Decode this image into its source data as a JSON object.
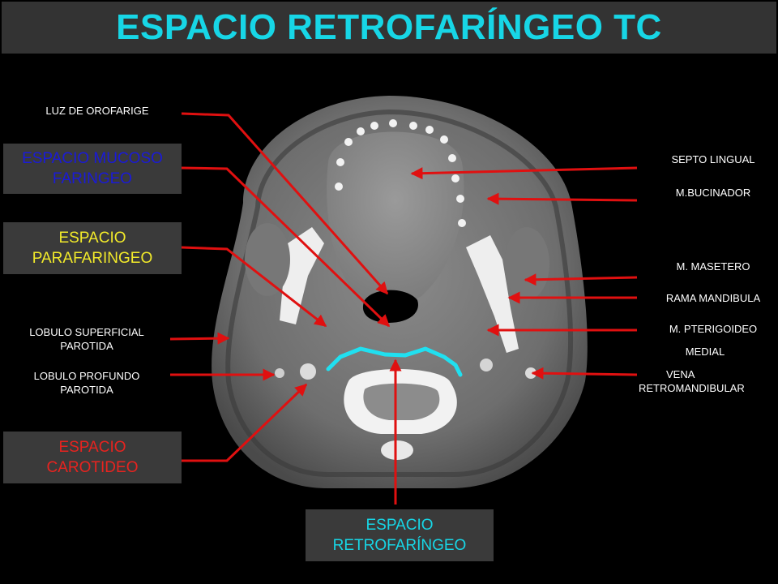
{
  "title": "ESPACIO RETROFARÍNGEO TC",
  "left_labels": {
    "luz_orofarige": "LUZ DE OROFARIGE",
    "espacio_mucoso": [
      "ESPACIO MUCOSO",
      "FARINGEO"
    ],
    "espacio_parafaringeo": [
      "ESPACIO",
      "PARAFARINGEO"
    ],
    "lobulo_superficial": [
      "LOBULO SUPERFICIAL",
      "PAROTIDA"
    ],
    "lobulo_profundo": [
      "LOBULO PROFUNDO",
      "PAROTIDA"
    ],
    "espacio_carotideo": [
      "ESPACIO",
      "CAROTIDEO"
    ]
  },
  "right_labels": {
    "septo_lingual": "SEPTO LINGUAL",
    "m_bucinador": "M.BUCINADOR",
    "m_masetero": "M. MASETERO",
    "rama_mandibula": "RAMA MANDIBULA",
    "m_pterigoideo": "M. PTERIGOIDEO",
    "medial": "MEDIAL",
    "vena_retro": [
      "VENA",
      "RETROMANDIBULAR"
    ]
  },
  "bottom_label": [
    "ESPACIO",
    "RETROFARÍNGEO"
  ],
  "colors": {
    "title": "#17d6e6",
    "mucoso": "#1a1ad8",
    "parafaringeo": "#f2ea2a",
    "carotideo": "#e8231f",
    "retrofaringeo": "#17d6e6",
    "arrow": "#e01010",
    "outline": "#20e0f0"
  }
}
